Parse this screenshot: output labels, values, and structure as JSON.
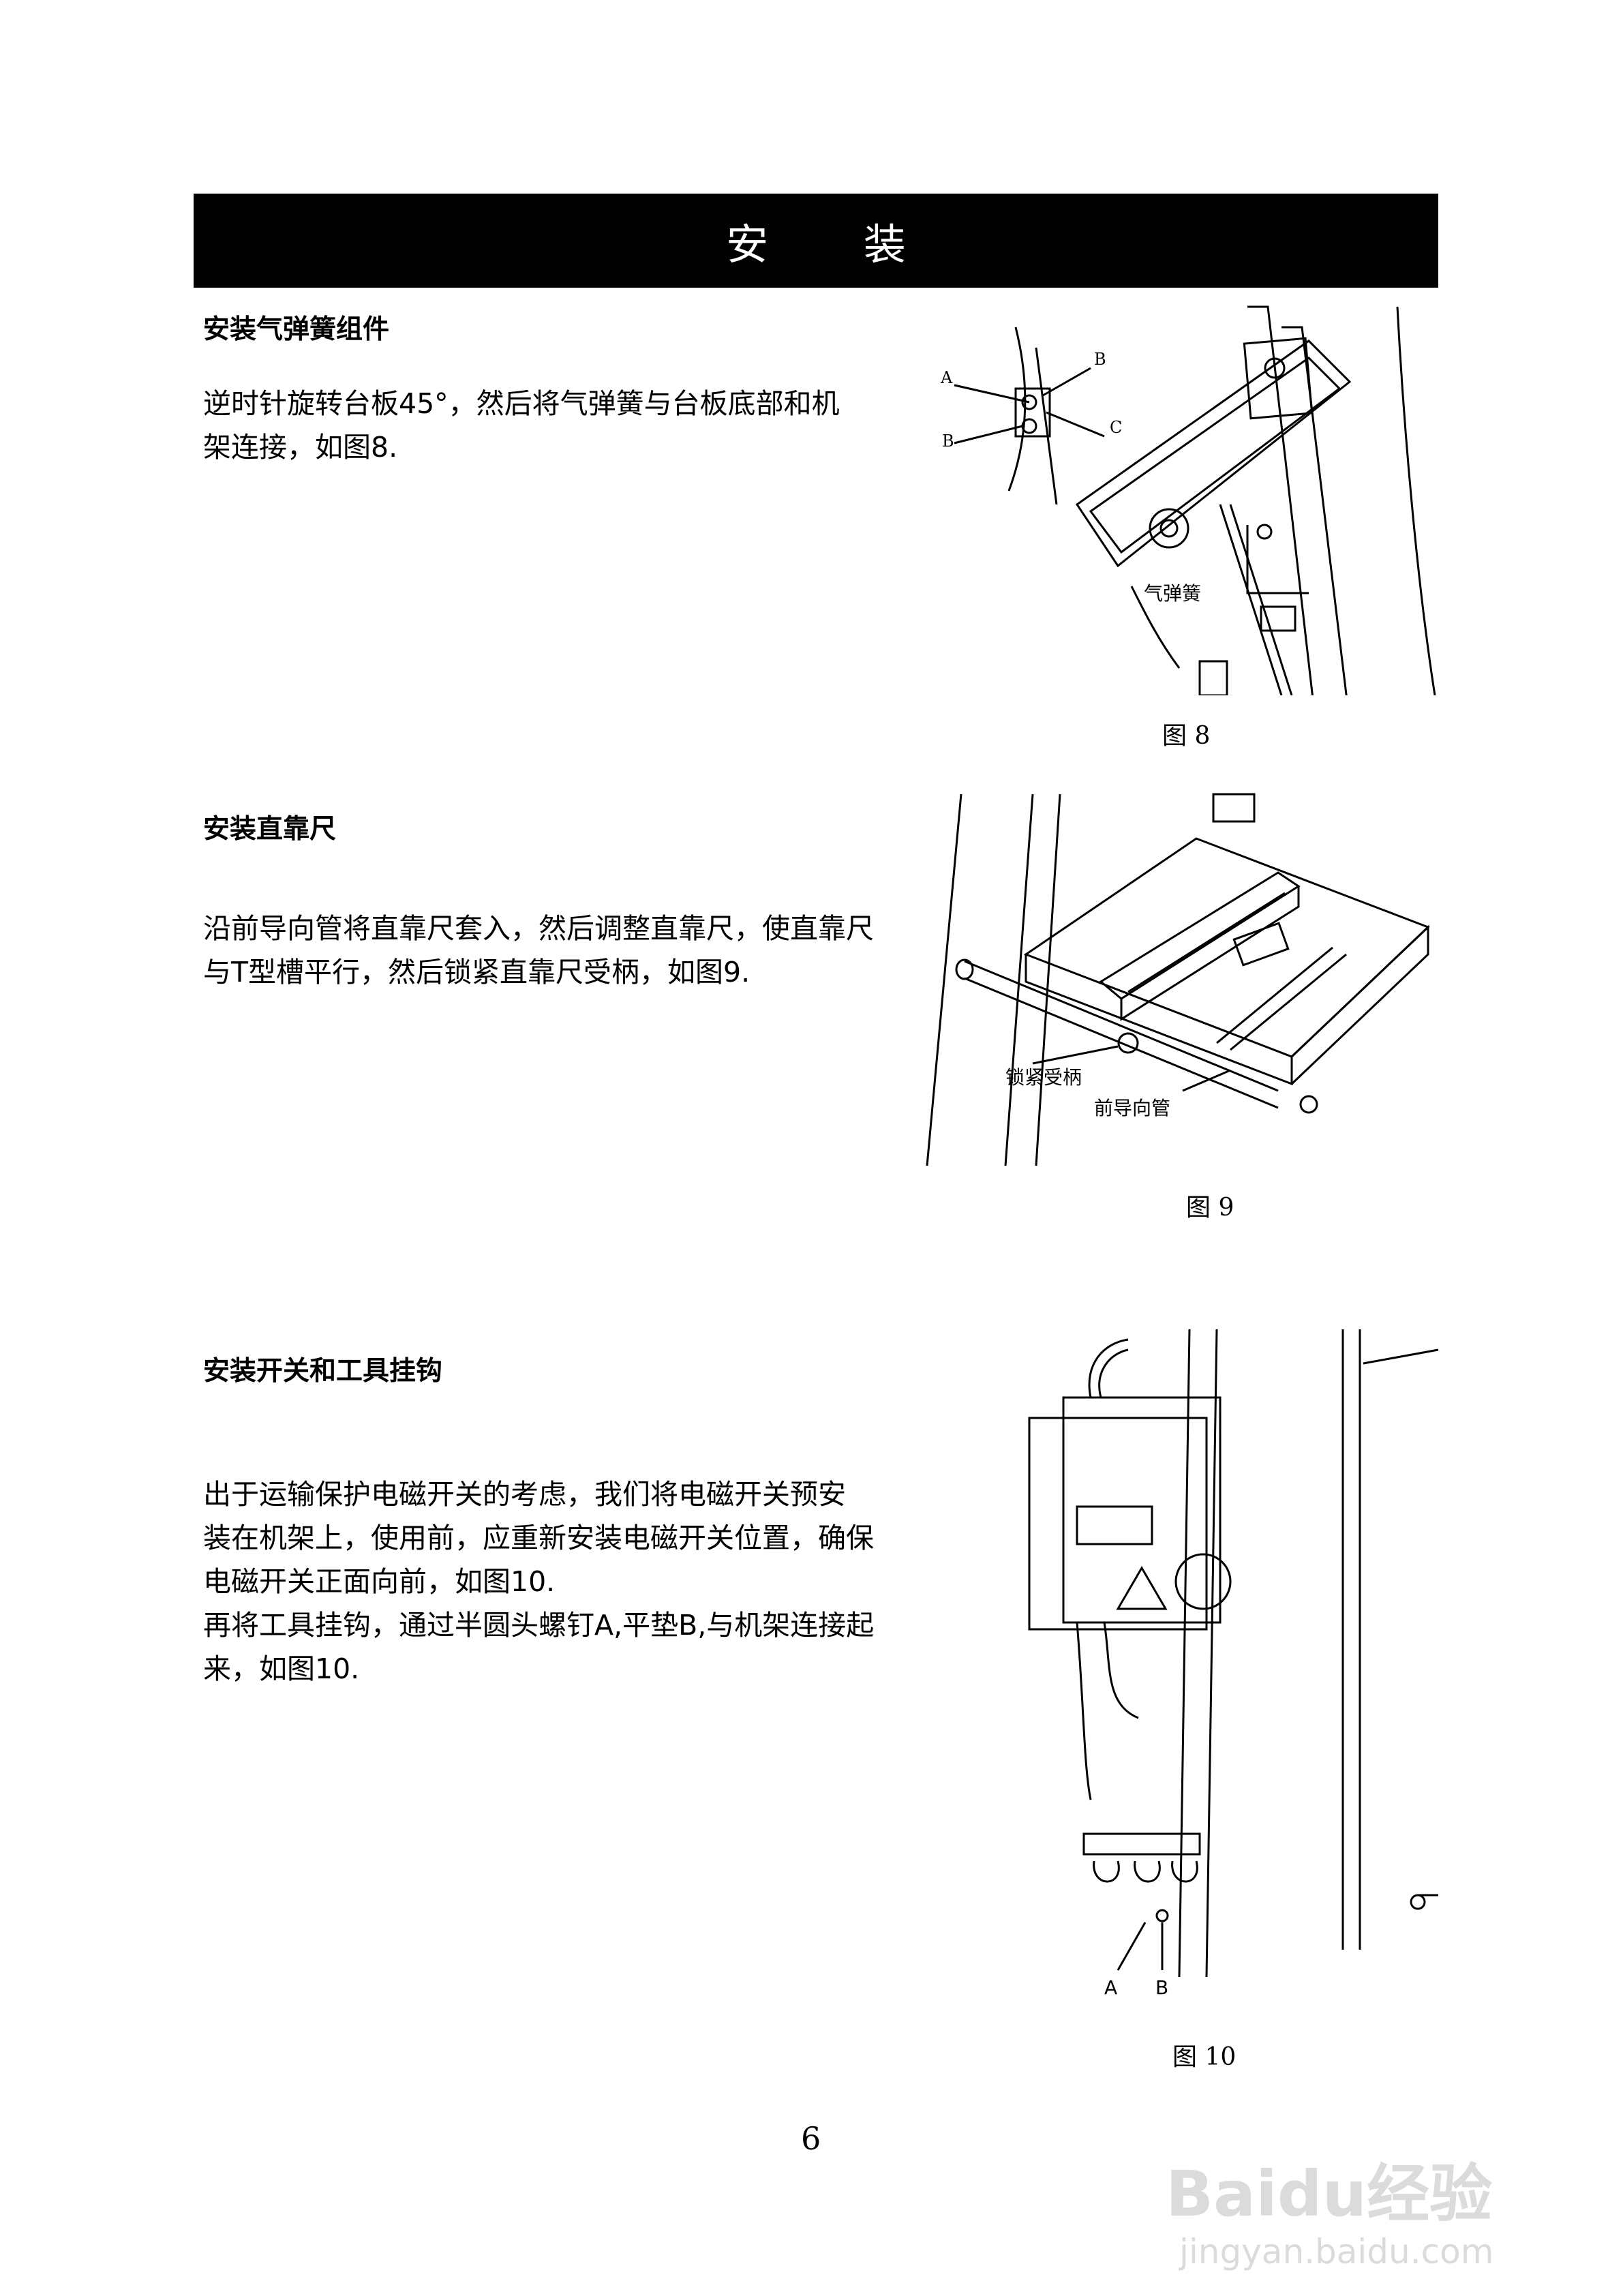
{
  "header": {
    "title": "安 装"
  },
  "sections": [
    {
      "title": "安装气弹簧组件",
      "paragraphs": [
        "逆时针旋转台板45°，然后将气弹簧与台板底部和机",
        "架连接，如图8."
      ],
      "figure": {
        "caption": "图  8",
        "labels": {
          "a": "A",
          "b1": "B",
          "b2": "B",
          "c": "C",
          "spring": "气弹簧"
        }
      }
    },
    {
      "title": "安装直靠尺",
      "paragraphs": [
        "沿前导向管将直靠尺套入，然后调整直靠尺，使直靠尺",
        "与T型槽平行，然后锁紧直靠尺受柄，如图9."
      ],
      "figure": {
        "caption": "图  9",
        "labels": {
          "handle": "锁紧受柄",
          "tube": "前导向管"
        }
      }
    },
    {
      "title": "安装开关和工具挂钩",
      "paragraphs": [
        "出于运输保护电磁开关的考虑，我们将电磁开关预安",
        "装在机架上，使用前，应重新安装电磁开关位置，确保",
        "电磁开关正面向前，如图10.",
        "再将工具挂钩，通过半圆头螺钉A,平垫B,与机架连接起",
        "来，如图10."
      ],
      "figure": {
        "caption": "图  10",
        "labels": {
          "a": "A",
          "b": "B"
        }
      }
    }
  ],
  "page_number": "6",
  "watermark": {
    "logo": "Baidu经验",
    "url": "jingyan.baidu.com"
  }
}
